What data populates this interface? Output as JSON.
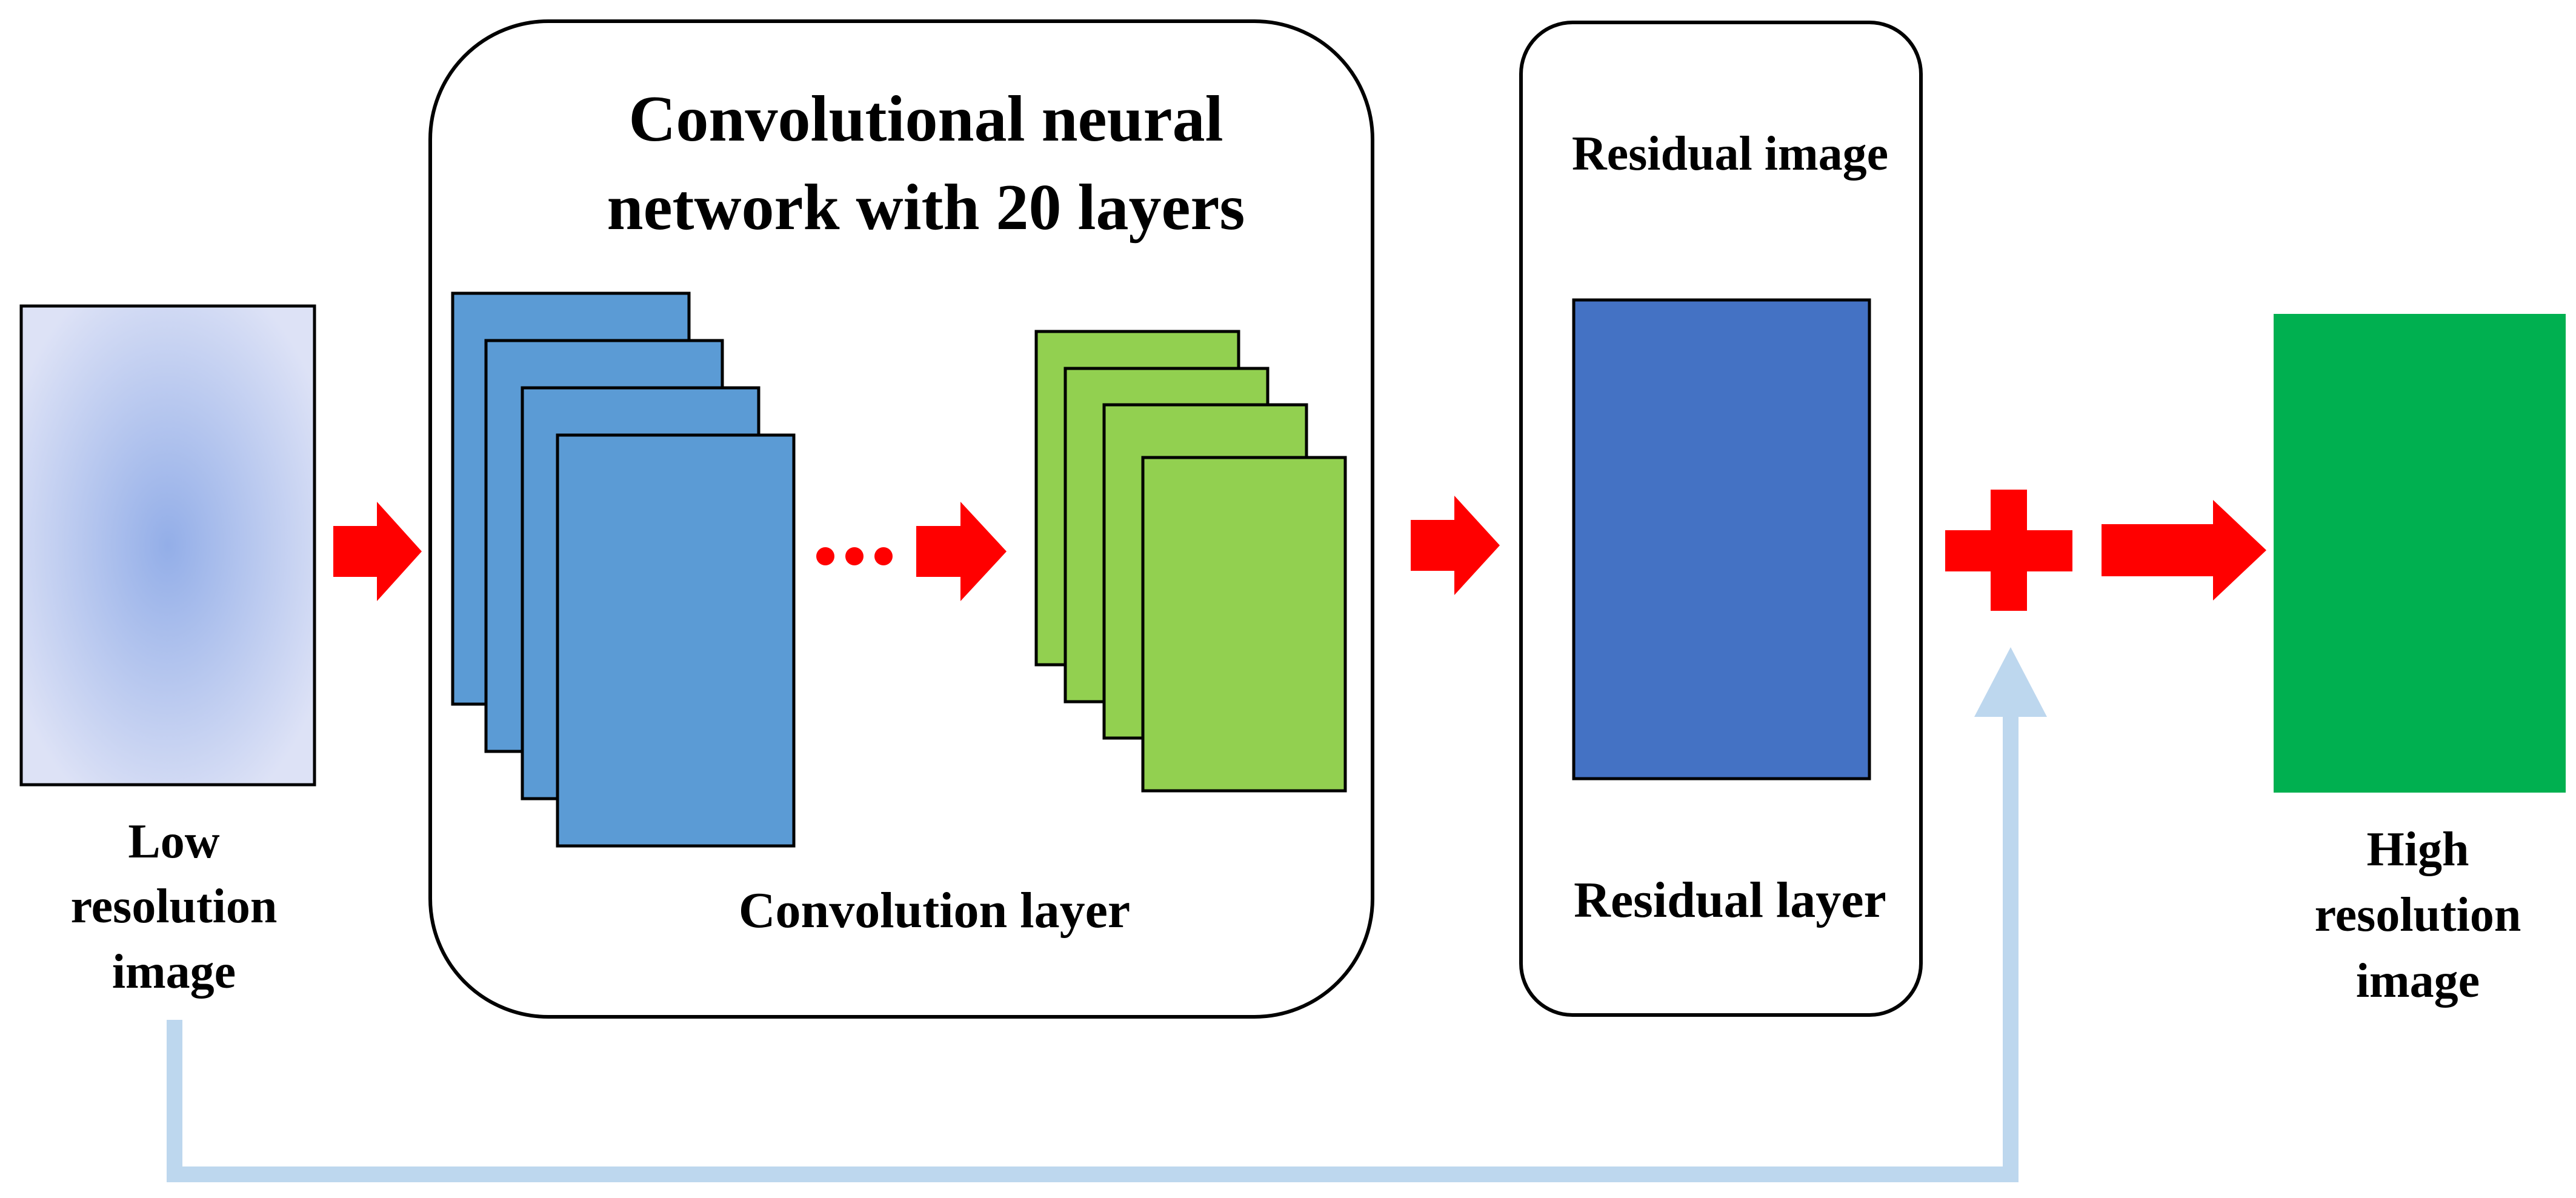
{
  "labels": {
    "network_title_line1": "Convolutional neural",
    "network_title_line2": "network with 20 layers",
    "convolution_layer": "Convolution layer",
    "residual_image": "Residual image",
    "residual_layer": "Residual layer",
    "low_res_line1": "Low",
    "low_res_line2": "resolution",
    "low_res_line3": "image",
    "high_res_line1": "High",
    "high_res_line2": "resolution",
    "high_res_line3": "image"
  },
  "colors": {
    "low_res_center": "#93aee8",
    "low_res_edge": "#dde2f6",
    "conv_feature_map": "#5b9bd5",
    "late_feature_map": "#92d050",
    "residual_image": "#4472c4",
    "high_res_image": "#00b050",
    "flow_arrow": "#ff0000",
    "skip_connection": "#bdd7ee",
    "outline": "#000000"
  },
  "icons": {
    "flow": "arrow-right-icon",
    "add": "plus-icon",
    "skip": "skip-connection-arrow",
    "ellipsis": "ellipsis-icon"
  }
}
